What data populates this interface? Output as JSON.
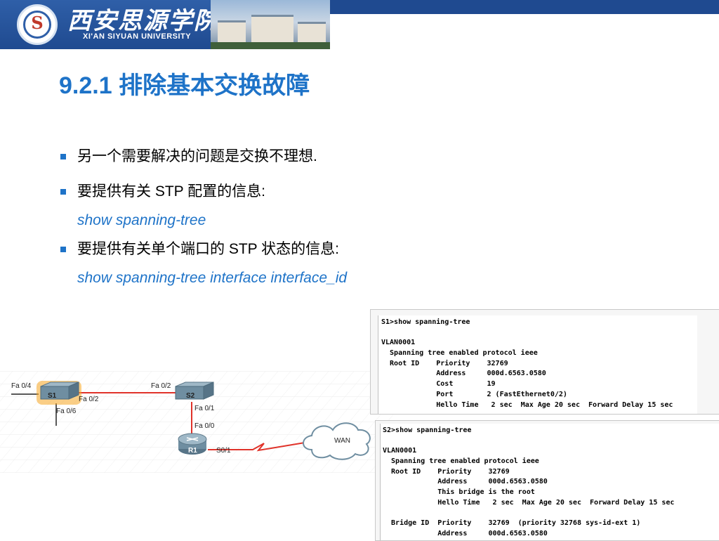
{
  "header": {
    "school_name_cn": "西安思源学院",
    "school_name_en": "XI'AN SIYUAN UNIVERSITY",
    "emblem_letter": "S"
  },
  "title": "9.2.1  排除基本交换故障",
  "bullets": [
    {
      "text": "另一个需要解决的问题是交换不理想.",
      "command": ""
    },
    {
      "text": "要提供有关 STP 配置的信息:",
      "command": "show spanning-tree"
    },
    {
      "text": "要提供有关单个端口的 STP 状态的信息:",
      "command": "show spanning-tree interface interface_id"
    }
  ],
  "diagram": {
    "devices": [
      "S1",
      "S2",
      "R1",
      "WAN"
    ],
    "ports": {
      "s1_left": "Fa 0/4",
      "s1_right": "Fa 0/2",
      "s1_down": "Fa 0/6",
      "s2_left": "Fa 0/2",
      "s2_down": "Fa 0/1",
      "r1_up": "Fa 0/0",
      "r1_right": "S0/1"
    }
  },
  "terminal_s1": [
    "S1>show spanning-tree",
    "",
    "VLAN0001",
    "  Spanning tree enabled protocol ieee",
    "  Root ID    Priority    32769",
    "             Address     000d.6563.0580",
    "             Cost        19",
    "             Port        2 (FastEthernet0/2)",
    "             Hello Time   2 sec  Max Age 20 sec  Forward Delay 15 sec"
  ],
  "terminal_s2": [
    "S2>show spanning-tree",
    "",
    "VLAN0001",
    "  Spanning tree enabled protocol ieee",
    "  Root ID    Priority    32769",
    "             Address     000d.6563.0580",
    "             This bridge is the root",
    "             Hello Time   2 sec  Max Age 20 sec  Forward Delay 15 sec",
    "",
    "  Bridge ID  Priority    32769  (priority 32768 sys-id-ext 1)",
    "             Address     000d.6563.0580"
  ],
  "colors": {
    "brand_blue": "#1f4a90",
    "title_blue": "#1e73c8",
    "link_red": "#e0332a",
    "highlight_orange": "#f5a623"
  }
}
